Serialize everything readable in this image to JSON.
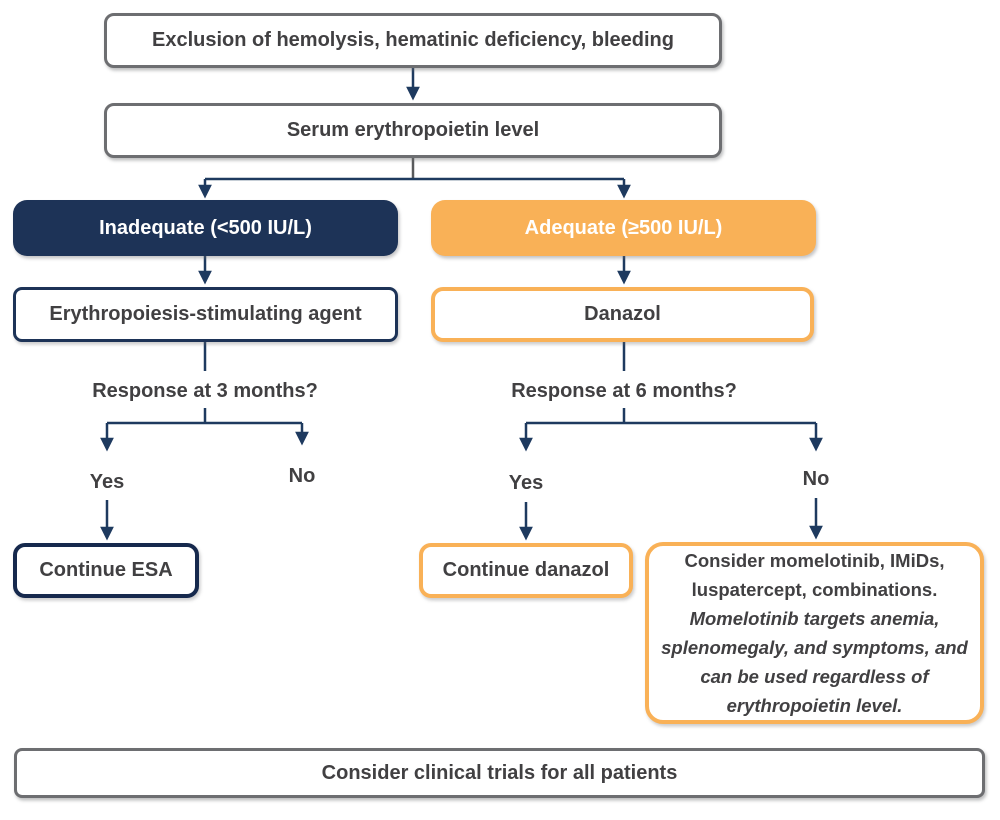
{
  "diagram": {
    "title_implicit": "Anemia treatment decision flowchart",
    "colors": {
      "navy": "#1d3357",
      "navy_dark": "#16294d",
      "orange": "#f9b157",
      "gray_border": "#6d6e71",
      "text_dark": "#414042",
      "arrow": "#1e3a5f",
      "stub_gray": "#595a5c",
      "background": "#ffffff"
    },
    "nodes": {
      "exclusion": {
        "label": "Exclusion of hemolysis, hematinic deficiency, bleeding"
      },
      "serum": {
        "label": "Serum erythropoietin level"
      },
      "inadequate": {
        "label": "Inadequate (<500 IU/L)"
      },
      "adequate": {
        "label": "Adequate (≥500 IU/L)"
      },
      "esa": {
        "label": "Erythropoiesis-stimulating agent"
      },
      "danazol": {
        "label": "Danazol"
      },
      "response3": {
        "label": "Response at 3 months?"
      },
      "response6": {
        "label": "Response at 6 months?"
      },
      "continue_esa": {
        "label": "Continue ESA"
      },
      "continue_danazol": {
        "label": "Continue danazol"
      },
      "consider": {
        "text": "Consider momelotinib, IMiDs, luspatercept, combinations.",
        "note": "Momelotinib targets anemia, splenomegaly, and symptoms, and can be used regardless of erythropoietin level."
      },
      "trials": {
        "label": "Consider clinical trials for all patients"
      }
    },
    "edge_labels": {
      "yes_left": "Yes",
      "no_left": "No",
      "yes_right": "Yes",
      "no_right": "No"
    }
  }
}
